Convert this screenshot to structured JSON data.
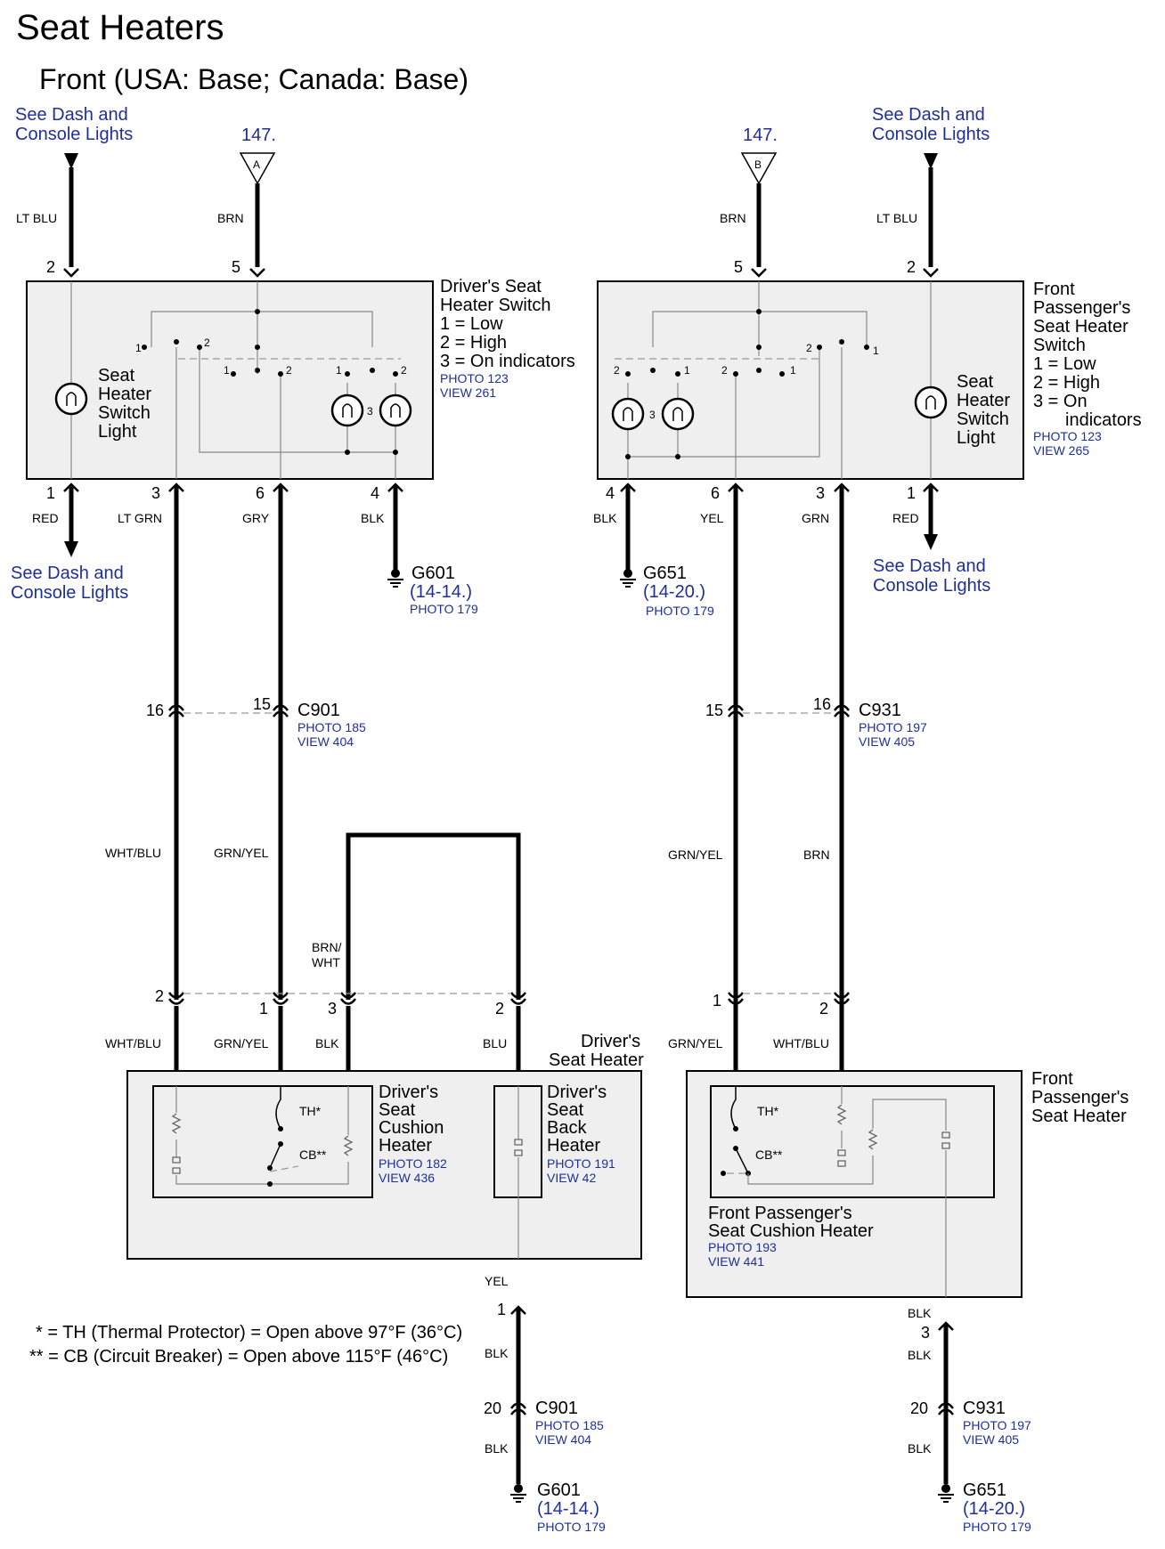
{
  "title": "Seat Heaters",
  "subtitle": "Front (USA: Base; Canada: Base)",
  "ref_dash_lights": "See Dash and",
  "ref_dash_lights_2": "Console Lights",
  "ref_147": "147.",
  "ref_a": "A",
  "ref_b": "B",
  "colors": {
    "wire": "#000000",
    "link": "#1f2f9a",
    "box_fill": "#efefef"
  },
  "driver_switch": {
    "title": [
      "Driver's Seat",
      "Heater Switch",
      "1 = Low",
      "2 = High",
      "3 = On indicators"
    ],
    "photo": "PHOTO 123",
    "view": "VIEW 261",
    "light_label": [
      "Seat",
      "Heater",
      "Switch",
      "Light"
    ],
    "top_pins": [
      "2",
      "5"
    ],
    "top_wires": [
      "LT BLU",
      "BRN"
    ],
    "bottom_pins": [
      "1",
      "3",
      "6",
      "4"
    ],
    "bottom_wires": [
      "RED",
      "LT GRN",
      "GRY",
      "BLK"
    ]
  },
  "passenger_switch": {
    "title": [
      "Front",
      "Passenger's",
      "Seat Heater",
      "Switch",
      "1 = Low",
      "2 = High",
      "3 = On",
      "indicators"
    ],
    "photo": "PHOTO 123",
    "view": "VIEW 265",
    "light_label": [
      "Seat",
      "Heater",
      "Switch",
      "Light"
    ],
    "top_pins": [
      "5",
      "2"
    ],
    "top_wires": [
      "BRN",
      "LT BLU"
    ],
    "bottom_pins": [
      "4",
      "6",
      "3",
      "1"
    ],
    "bottom_wires": [
      "BLK",
      "YEL",
      "GRN",
      "RED"
    ]
  },
  "g601": {
    "name": "G601",
    "ref": "(14-14.)",
    "photo": "PHOTO 179"
  },
  "g651": {
    "name": "G651",
    "ref": "(14-20.)",
    "photo": "PHOTO 179"
  },
  "c901": {
    "name": "C901",
    "photo": "PHOTO 185",
    "view": "VIEW 404",
    "pins": [
      "16",
      "15"
    ]
  },
  "c931": {
    "name": "C931",
    "photo": "PHOTO 197",
    "view": "VIEW 405",
    "pins": [
      "15",
      "16"
    ]
  },
  "driver_mid_wires": [
    "WHT/BLU",
    "GRN/YEL",
    "BRN/",
    "WHT"
  ],
  "passenger_mid_wires": [
    "GRN/YEL",
    "BRN"
  ],
  "driver_heater_conn": {
    "pins": [
      "2",
      "1",
      "3",
      "2"
    ],
    "wires": [
      "WHT/BLU",
      "GRN/YEL",
      "BLK",
      "BLU"
    ]
  },
  "passenger_heater_conn": {
    "pins": [
      "1",
      "2"
    ],
    "wires": [
      "GRN/YEL",
      "WHT/BLU"
    ]
  },
  "driver_heater": {
    "title": [
      "Driver's",
      "Seat Heater"
    ],
    "cushion": [
      "Driver's",
      "Seat",
      "Cushion",
      "Heater"
    ],
    "cushion_photo": "PHOTO 182",
    "cushion_view": "VIEW 436",
    "back": [
      "Driver's",
      "Seat",
      "Back",
      "Heater"
    ],
    "back_photo": "PHOTO 191",
    "back_view": "VIEW 42",
    "th": "TH*",
    "cb": "CB**"
  },
  "passenger_heater": {
    "title": [
      "Front",
      "Passenger's",
      "Seat Heater"
    ],
    "cushion": [
      "Front Passenger's",
      "Seat Cushion Heater"
    ],
    "photo": "PHOTO 193",
    "view": "VIEW 441",
    "th": "TH*",
    "cb": "CB**"
  },
  "notes": [
    "* = TH (Thermal Protector) = Open above 97°F (36°C)",
    "** = CB (Circuit Breaker) = Open above 115°F (46°C)"
  ],
  "driver_bottom": {
    "wire_top": "YEL",
    "pin": "1",
    "wire": "BLK",
    "c_pin": "20",
    "c_name": "C901",
    "c_photo": "PHOTO 185",
    "c_view": "VIEW 404",
    "wire2": "BLK",
    "g_name": "G601",
    "g_ref": "(14-14.)",
    "g_photo": "PHOTO 179"
  },
  "passenger_bottom": {
    "wire_top": "BLK",
    "pin": "3",
    "wire": "BLK",
    "c_pin": "20",
    "c_name": "C931",
    "c_photo": "PHOTO 197",
    "c_view": "VIEW 405",
    "wire2": "BLK",
    "g_name": "G651",
    "g_ref": "(14-20.)",
    "g_photo": "PHOTO 179"
  }
}
